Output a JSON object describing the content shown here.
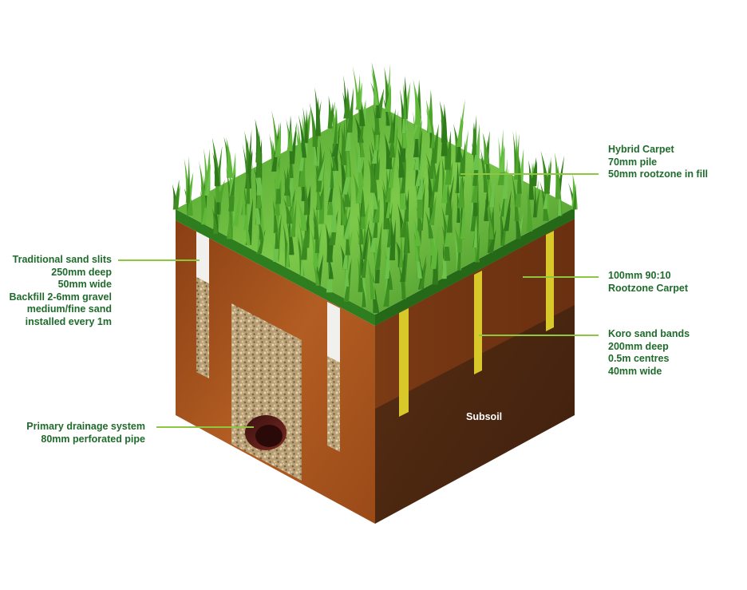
{
  "callouts": {
    "hybrid_carpet": {
      "lines": [
        "Hybrid Carpet",
        "70mm pile",
        "50mm rootzone in fill"
      ]
    },
    "rootzone_carpet": {
      "lines": [
        "100mm 90:10",
        "Rootzone Carpet"
      ]
    },
    "koro_sand_bands": {
      "lines": [
        "Koro sand bands",
        "200mm deep",
        "0.5m centres",
        "40mm wide"
      ]
    },
    "traditional_sand_slits": {
      "lines": [
        "Traditional sand slits",
        "250mm deep",
        "50mm wide",
        "Backfill 2-6mm gravel",
        "medium/fine sand",
        "installed every 1m"
      ]
    },
    "primary_drainage": {
      "lines": [
        "Primary drainage system",
        "80mm perforated pipe"
      ]
    },
    "subsoil": "Subsoil"
  },
  "colors": {
    "label_text": "#1f6b2c",
    "leader_line": "#8dc63f",
    "grass_dark": "#2e7d1f",
    "grass_light": "#6cc24a",
    "soil_brown": "#a0521d",
    "soil_dark": "#5a2e12",
    "subsoil": "#5b3217",
    "koro_band": "#d8c82a",
    "gravel": "#c9b38a"
  }
}
